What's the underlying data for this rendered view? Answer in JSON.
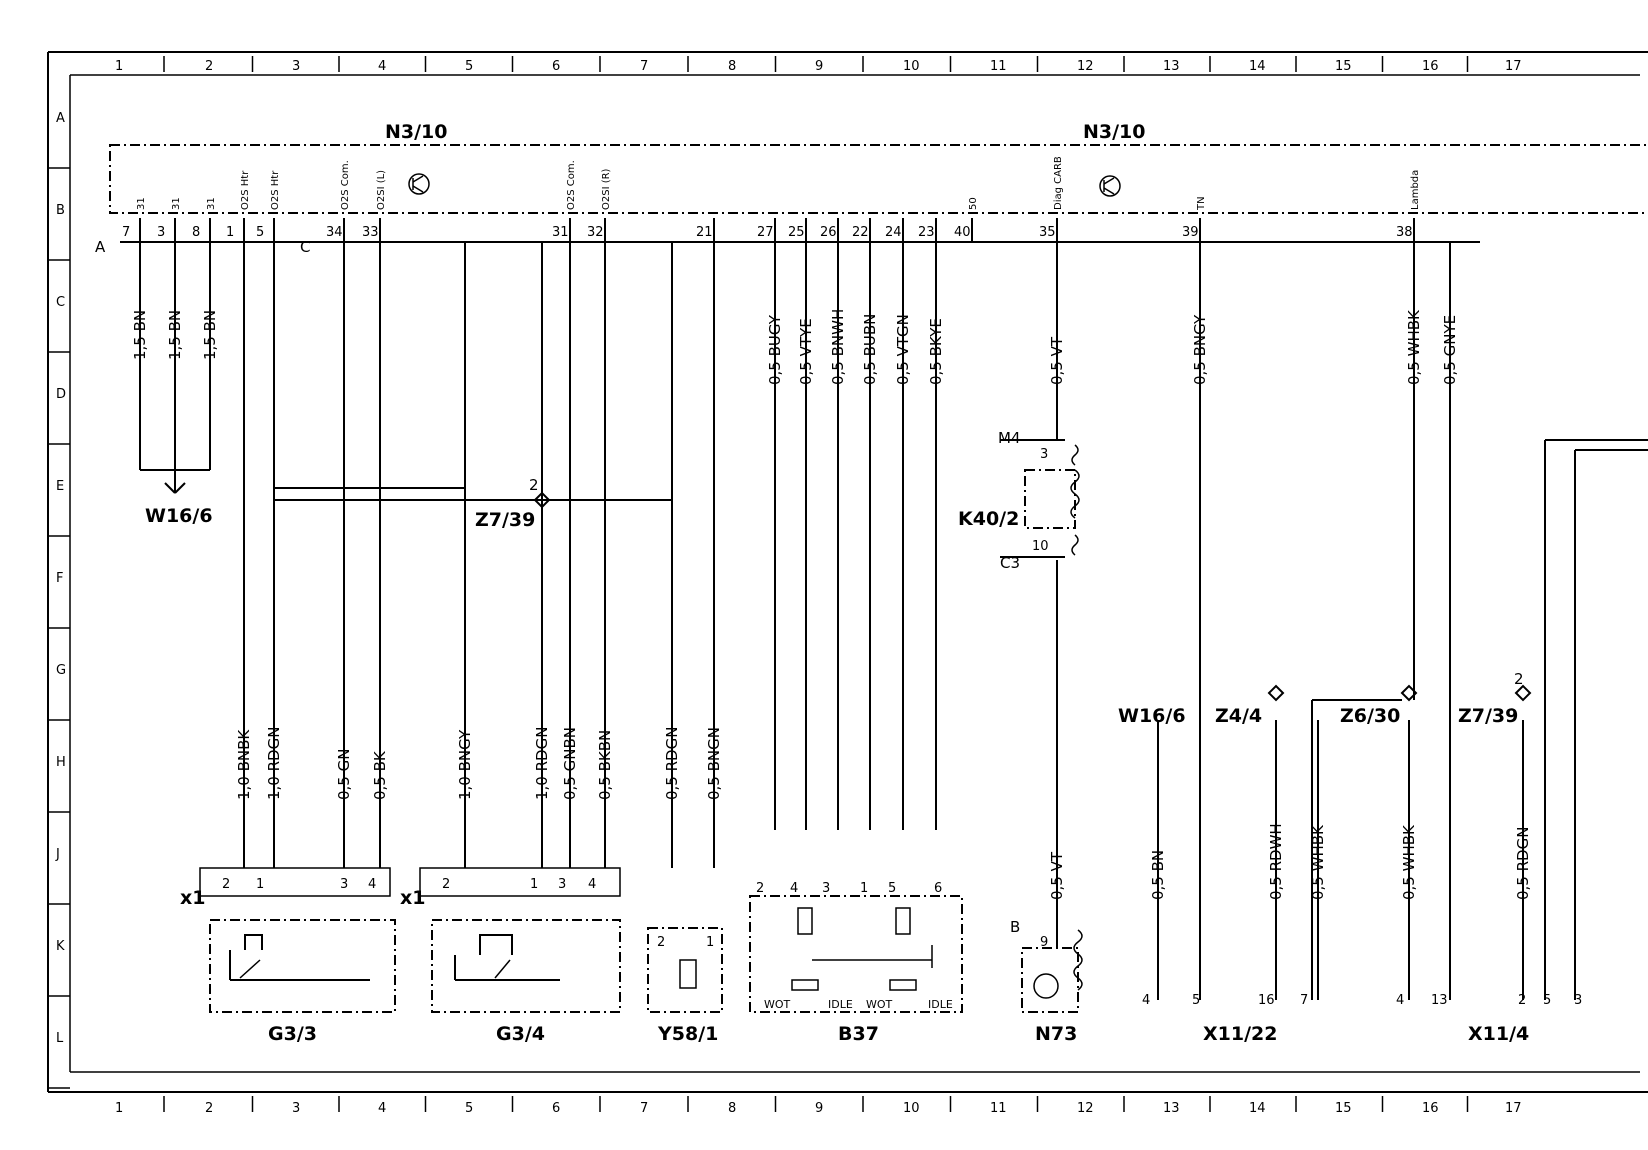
{
  "grid": {
    "columns": [
      "1",
      "2",
      "3",
      "4",
      "5",
      "6",
      "7",
      "8",
      "9",
      "10",
      "11",
      "12",
      "13",
      "14",
      "15",
      "16",
      "17"
    ],
    "rows": [
      "A",
      "B",
      "C",
      "D",
      "E",
      "F",
      "G",
      "H",
      "J",
      "K",
      "L"
    ]
  },
  "control_unit": {
    "label_left": "N3/10",
    "label_right": "N3/10",
    "connector_a": "A",
    "connector_c": "C",
    "pins": [
      {
        "num": "7",
        "signal": "31"
      },
      {
        "num": "3",
        "signal": "31"
      },
      {
        "num": "8",
        "signal": "31"
      },
      {
        "num": "1",
        "signal": "O2S Htr"
      },
      {
        "num": "5",
        "signal": "O2S Htr"
      },
      {
        "num": "34",
        "signal": "O2S Com."
      },
      {
        "num": "33",
        "signal": "O2SI (L)"
      },
      {
        "num": "31",
        "signal": "O2S Com."
      },
      {
        "num": "32",
        "signal": "O2SI (R)"
      },
      {
        "num": "21",
        "signal": ""
      },
      {
        "num": "27",
        "signal": ""
      },
      {
        "num": "25",
        "signal": ""
      },
      {
        "num": "26",
        "signal": ""
      },
      {
        "num": "22",
        "signal": ""
      },
      {
        "num": "24",
        "signal": ""
      },
      {
        "num": "23",
        "signal": ""
      },
      {
        "num": "40",
        "signal": "50"
      },
      {
        "num": "35",
        "signal": "Diag CARB"
      },
      {
        "num": "39",
        "signal": "TN"
      },
      {
        "num": "38",
        "signal": "Lambda"
      }
    ]
  },
  "wires": [
    {
      "label": "1,5 BN"
    },
    {
      "label": "1,5 BN"
    },
    {
      "label": "1,5 BN"
    },
    {
      "label": "0,5 BUGY"
    },
    {
      "label": "0,5 VTYE"
    },
    {
      "label": "0,5 BNWH"
    },
    {
      "label": "0,5 BUBN"
    },
    {
      "label": "0,5 VTGN"
    },
    {
      "label": "0,5 BKYE"
    },
    {
      "label": "0,5 VT"
    },
    {
      "label": "0,5 BNGY"
    },
    {
      "label": "0,5 WHBK"
    },
    {
      "label": "0,5 GNYE"
    },
    {
      "label": "1,0 BNBK"
    },
    {
      "label": "1,0 RDGN"
    },
    {
      "label": "0,5 GN"
    },
    {
      "label": "0,5 BK"
    },
    {
      "label": "1,0 BNGY"
    },
    {
      "label": "1,0 RDGN"
    },
    {
      "label": "0,5 GNBN"
    },
    {
      "label": "0,5 BKBN"
    },
    {
      "label": "0,5 RDGN"
    },
    {
      "label": "0,5 BNGN"
    },
    {
      "label": "0,5 VT"
    },
    {
      "label": "0,5 BN"
    },
    {
      "label": "0,5 RDWH"
    },
    {
      "label": "0,5 WHBK"
    },
    {
      "label": "0,5 WHBK"
    },
    {
      "label": "0,5 RDGN"
    }
  ],
  "components": {
    "w16_6_top": "W16/6",
    "z7_39_top": "Z7/39",
    "z7_39_top_pin": "2",
    "m4": "M4",
    "k40_2": "K40/2",
    "c3": "C3",
    "k40_pin3": "3",
    "k40_pin10": "10",
    "w16_6_right": "W16/6",
    "z4_4": "Z4/4",
    "z6_30": "Z6/30",
    "z7_39_right": "Z7/39",
    "z7_39_right_pin": "2",
    "x1_left": "x1",
    "x1_mid": "x1",
    "g3_3": "G3/3",
    "g3_4": "G3/4",
    "y58_1": "Y58/1",
    "b37": "B37",
    "n73": "N73",
    "n73_conn": "B",
    "n73_pin": "9",
    "x11_22": "X11/22",
    "x11_4": "X11/4"
  },
  "g3_3_pins": [
    "2",
    "1",
    "3",
    "4"
  ],
  "g3_4_pins": [
    "2",
    "1",
    "3",
    "4"
  ],
  "y58_1_pins": [
    "2",
    "1"
  ],
  "b37_pins": [
    "2",
    "4",
    "3",
    "1",
    "5",
    "6"
  ],
  "b37_labels": [
    "WOT",
    "IDLE",
    "WOT",
    "IDLE"
  ],
  "bottom_pins": [
    "4",
    "5",
    "16",
    "7",
    "4",
    "13",
    "2",
    "5",
    "3"
  ]
}
